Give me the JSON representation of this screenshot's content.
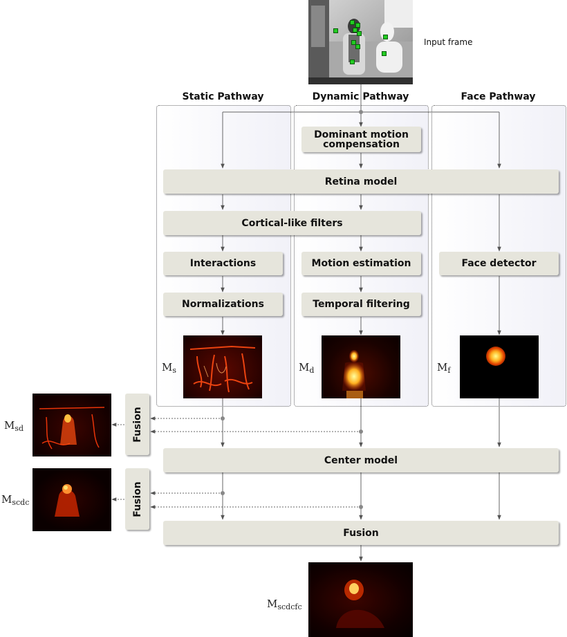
{
  "input": {
    "caption": "Input frame"
  },
  "pathways": {
    "static": "Static Pathway",
    "dynamic": "Dynamic Pathway",
    "face": "Face Pathway"
  },
  "blocks": {
    "dominant_motion_line1": "Dominant motion",
    "dominant_motion_line2": "compensation",
    "retina": "Retina model",
    "cortical": "Cortical-like filters",
    "interactions": "Interactions",
    "normalizations": "Normalizations",
    "motion_estimation": "Motion estimation",
    "temporal_filtering": "Temporal filtering",
    "face_detector": "Face detector",
    "center_model": "Center model",
    "fusion_final": "Fusion",
    "fusion_side_1": "Fusion",
    "fusion_side_2": "Fusion"
  },
  "maps": {
    "ms": {
      "base": "M",
      "sub": "s"
    },
    "md": {
      "base": "M",
      "sub": "d"
    },
    "mf": {
      "base": "M",
      "sub": "f"
    },
    "msd": {
      "base": "M",
      "sub": "sd"
    },
    "mscdc": {
      "base": "M",
      "sub": "scdc"
    },
    "mscdcfc": {
      "base": "M",
      "sub": "scdcfc"
    }
  },
  "colors": {
    "block_fill": "#e6e5dc",
    "arrow": "#555555",
    "face_marker": "#22cc22",
    "saliency_hot": "#ff3a0a"
  }
}
